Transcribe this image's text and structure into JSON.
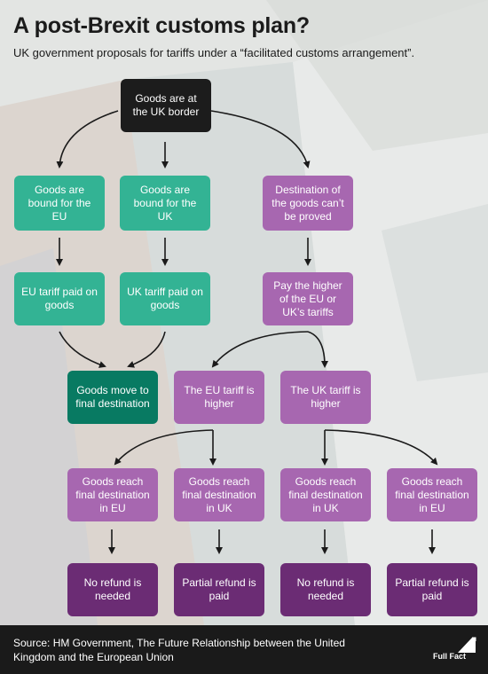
{
  "header": {
    "title": "A post-Brexit customs plan?",
    "subtitle": "UK government proposals for tariffs under a “facilitated customs arrangement”."
  },
  "nodes": {
    "border": "Goods are at the UK border",
    "bound_eu": "Goods are bound for the EU",
    "bound_uk": "Goods are bound for the UK",
    "dest_unproved": "Destination of the goods can’t be proved",
    "eu_tariff_paid": "EU tariff paid on goods",
    "uk_tariff_paid": "UK tariff paid on goods",
    "pay_higher": "Pay the higher of the EU or UK’s tariffs",
    "move_final": "Goods move to final destination",
    "eu_higher": "The EU tariff is higher",
    "uk_higher": "The UK tariff is higher",
    "reach_eu_1": "Goods reach final destination in EU",
    "reach_uk_1": "Goods reach final destination in UK",
    "reach_uk_2": "Goods reach final destination in UK",
    "reach_eu_2": "Goods reach final destination in EU",
    "no_refund_1": "No refund is needed",
    "partial_refund_1": "Partial refund is paid",
    "no_refund_2": "No refund is needed",
    "partial_refund_2": "Partial refund is paid"
  },
  "colors": {
    "start": "#1c1c1c",
    "eu_uk_path": "#33b394",
    "final": "#087a62",
    "unproved_path": "#a767b0",
    "outcome": "#6b2c74"
  },
  "footer": {
    "source": "Source: HM Government, The Future Relationship between the United Kingdom and the European Union",
    "logo": "Full Fact"
  }
}
